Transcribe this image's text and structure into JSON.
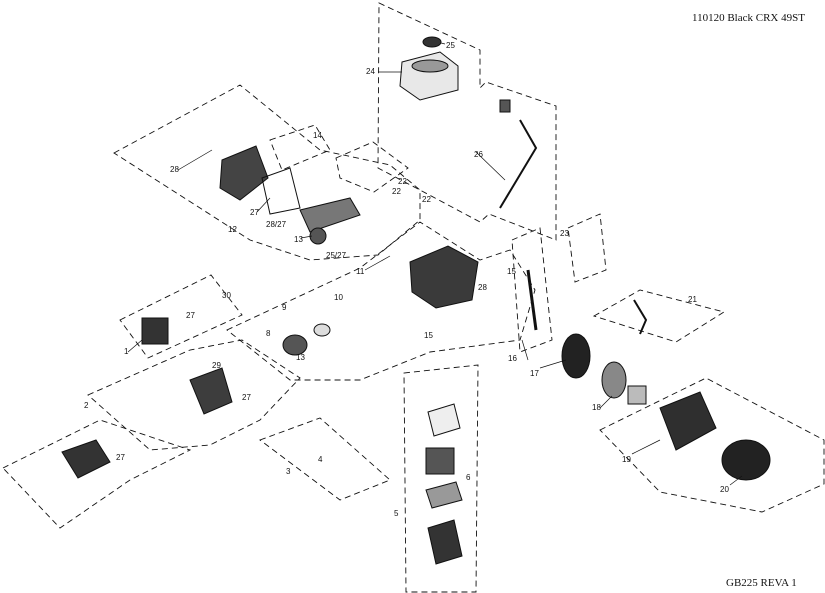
{
  "header": {
    "model_title": "110120 Black CRX 49ST"
  },
  "footer": {
    "doc_code": "GB225 REVA 1"
  },
  "colors": {
    "ink": "#111111",
    "panel": "#ffffff"
  },
  "part_labels": [
    {
      "id": "lbl-25",
      "text": "25"
    },
    {
      "id": "lbl-24",
      "text": "24"
    },
    {
      "id": "lbl-26",
      "text": "26"
    },
    {
      "id": "lbl-14",
      "text": "14"
    },
    {
      "id": "lbl-28a",
      "text": "28"
    },
    {
      "id": "lbl-22a",
      "text": "22"
    },
    {
      "id": "lbl-22b",
      "text": "22"
    },
    {
      "id": "lbl-22c",
      "text": "22"
    },
    {
      "id": "lbl-27a",
      "text": "27"
    },
    {
      "id": "lbl-2827",
      "text": "28/27"
    },
    {
      "id": "lbl-12",
      "text": "12"
    },
    {
      "id": "lbl-13",
      "text": "13"
    },
    {
      "id": "lbl-2527",
      "text": "25/27"
    },
    {
      "id": "lbl-23",
      "text": "23"
    },
    {
      "id": "lbl-11",
      "text": "11"
    },
    {
      "id": "lbl-15a",
      "text": "15"
    },
    {
      "id": "lbl-28b",
      "text": "28"
    },
    {
      "id": "lbl-10",
      "text": "10"
    },
    {
      "id": "lbl-9",
      "text": "9"
    },
    {
      "id": "lbl-15b",
      "text": "15"
    },
    {
      "id": "lbl-30",
      "text": "30"
    },
    {
      "id": "lbl-27b",
      "text": "27"
    },
    {
      "id": "lbl-1",
      "text": "1"
    },
    {
      "id": "lbl-8",
      "text": "8"
    },
    {
      "id": "lbl-13b",
      "text": "13"
    },
    {
      "id": "lbl-16",
      "text": "16"
    },
    {
      "id": "lbl-17",
      "text": "17"
    },
    {
      "id": "lbl-21",
      "text": "21"
    },
    {
      "id": "lbl-29",
      "text": "29"
    },
    {
      "id": "lbl-27c",
      "text": "27"
    },
    {
      "id": "lbl-2",
      "text": "2"
    },
    {
      "id": "lbl-27d",
      "text": "27"
    },
    {
      "id": "lbl-3",
      "text": "3"
    },
    {
      "id": "lbl-4",
      "text": "4"
    },
    {
      "id": "lbl-18",
      "text": "18"
    },
    {
      "id": "lbl-19",
      "text": "19"
    },
    {
      "id": "lbl-20",
      "text": "20"
    },
    {
      "id": "lbl-6",
      "text": "6"
    },
    {
      "id": "lbl-5",
      "text": "5"
    }
  ]
}
